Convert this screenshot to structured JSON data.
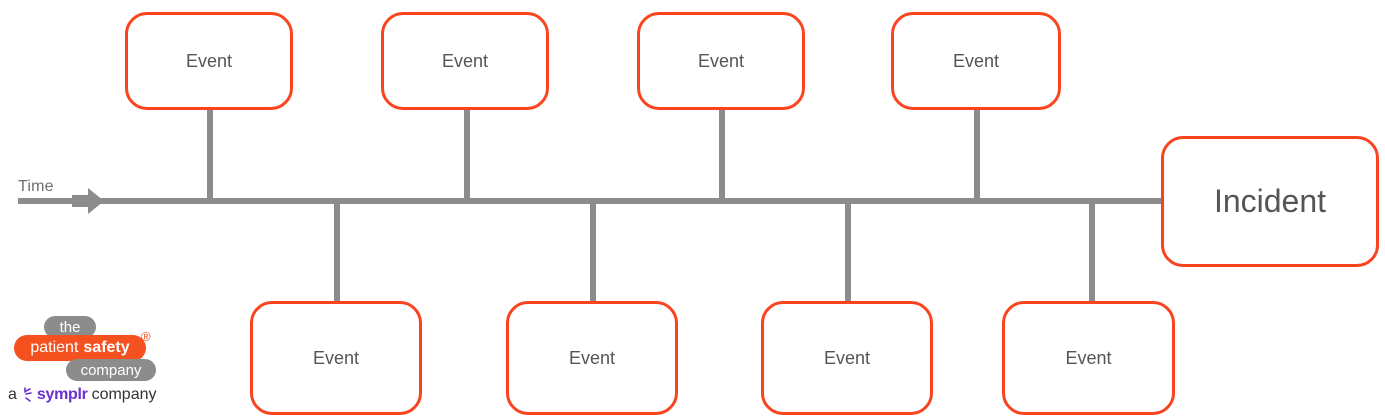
{
  "diagram": {
    "type": "timeline",
    "axis_label": "Time",
    "axis_color": "#8c8c8c",
    "box_border_color": "#fa4420",
    "text_color": "#555555",
    "terminal_label": "Incident",
    "events_above": [
      {
        "label": "Event"
      },
      {
        "label": "Event"
      },
      {
        "label": "Event"
      },
      {
        "label": "Event"
      }
    ],
    "events_below": [
      {
        "label": "Event"
      },
      {
        "label": "Event"
      },
      {
        "label": "Event"
      },
      {
        "label": "Event"
      }
    ]
  },
  "logo": {
    "word_the": "the",
    "word_patient": "patient",
    "word_safety": "safety",
    "word_company": "company",
    "registered_mark": "®",
    "tagline_prefix": "a",
    "tagline_brand": "symplr",
    "tagline_suffix": "company",
    "brand_color": "#f4511e",
    "symplr_color": "#6a2fd0"
  }
}
